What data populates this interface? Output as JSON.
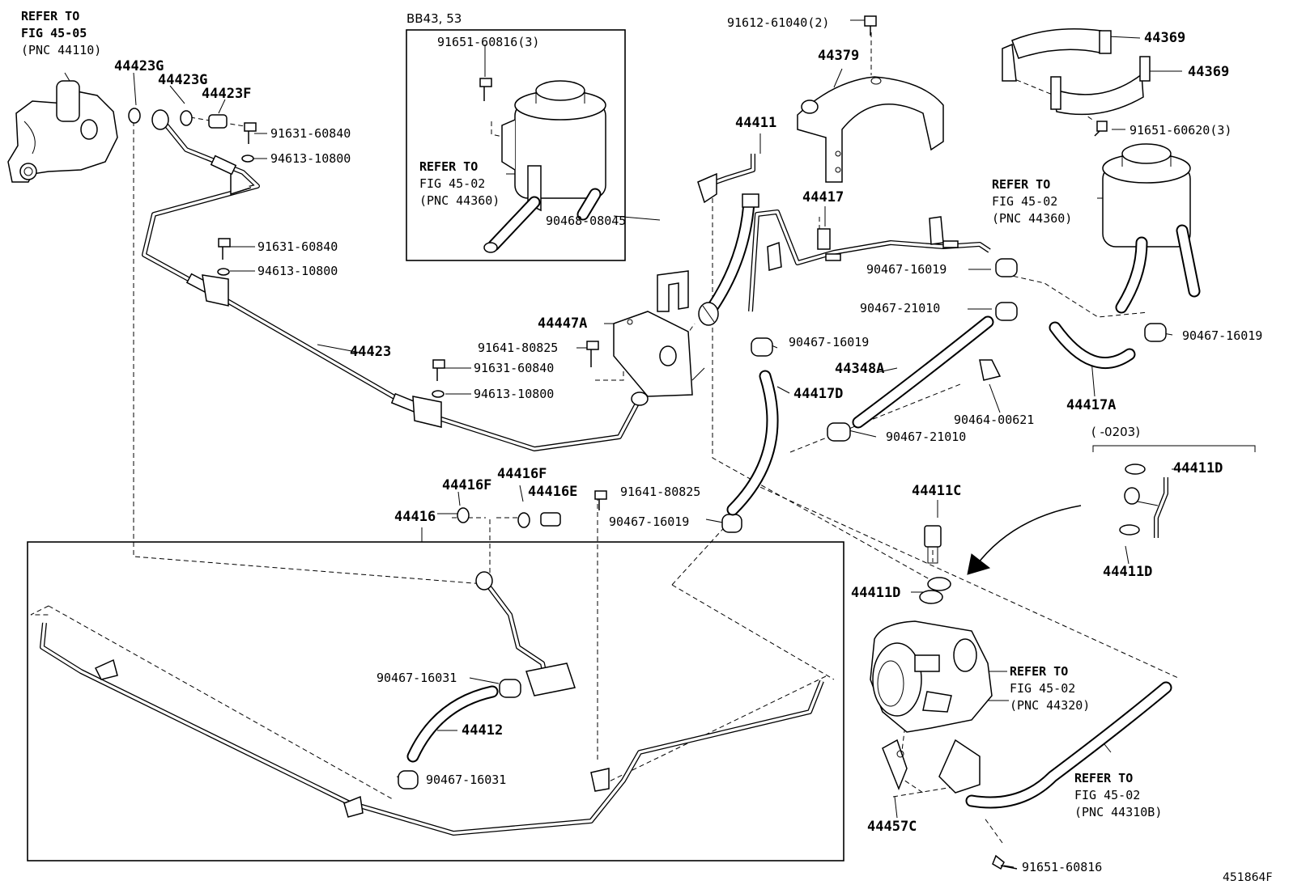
{
  "diagram": {
    "figure_code": "451864F",
    "variant_box_label": "BB43, 53",
    "date_range_label": "(      -0203)",
    "references": {
      "fig_45_05": {
        "line1": "REFER TO",
        "line2": "FIG 45-05",
        "line3": "(PNC 44110)"
      },
      "fig_45_02_box": {
        "line1": "REFER TO",
        "line2": "FIG 45-02",
        "line3": "(PNC 44360)"
      },
      "fig_45_02_right": {
        "line1": "REFER TO",
        "line2": "FIG 45-02",
        "line3": "(PNC 44360)"
      },
      "fig_45_02_pump": {
        "line1": "REFER TO",
        "line2": "FIG 45-02",
        "line3": "(PNC 44320)"
      },
      "fig_45_02_hose": {
        "line1": "REFER TO",
        "line2": "FIG 45-02",
        "line3": "(PNC 44310B)"
      }
    },
    "callouts": {
      "p44423G_a": "44423G",
      "p44423G_b": "44423G",
      "p44423F": "44423F",
      "p91631_a": "91631-60840",
      "p94613_a": "94613-10800",
      "p91631_b": "91631-60840",
      "p94613_b": "94613-10800",
      "p44423": "44423",
      "p91631_c": "91631-60840",
      "p94613_c": "94613-10800",
      "p91651_box": "91651-60816(3)",
      "p90468": "90468-08045",
      "p44447A": "44447A",
      "p91641_a": "91641-80825",
      "p91612": "91612-61040(2)",
      "p44379": "44379",
      "p44411": "44411",
      "p44417": "44417",
      "p90467_16019_a": "90467-16019",
      "p90467_21010_a": "90467-21010",
      "p90467_16019_b": "90467-16019",
      "p44348A": "44348A",
      "p44417D": "44417D",
      "p90464": "90464-00621",
      "p90467_21010_b": "90467-21010",
      "p44369_a": "44369",
      "p44369_b": "44369",
      "p91651_60620": "91651-60620(3)",
      "p90467_16019_c": "90467-16019",
      "p44417A": "44417A",
      "p44416F_a": "44416F",
      "p44416F_b": "44416F",
      "p44416E": "44416E",
      "p91641_b": "91641-80825",
      "p44416": "44416",
      "p90467_16019_d": "90467-16019",
      "p90467_16031_a": "90467-16031",
      "p44412": "44412",
      "p90467_16031_b": "90467-16031",
      "p44411C": "44411C",
      "p44411D_a": "44411D",
      "p44411D_b": "44411D",
      "p44411D_c": "44411D",
      "p44457C": "44457C",
      "p91651_60816": "91651-60816"
    }
  }
}
